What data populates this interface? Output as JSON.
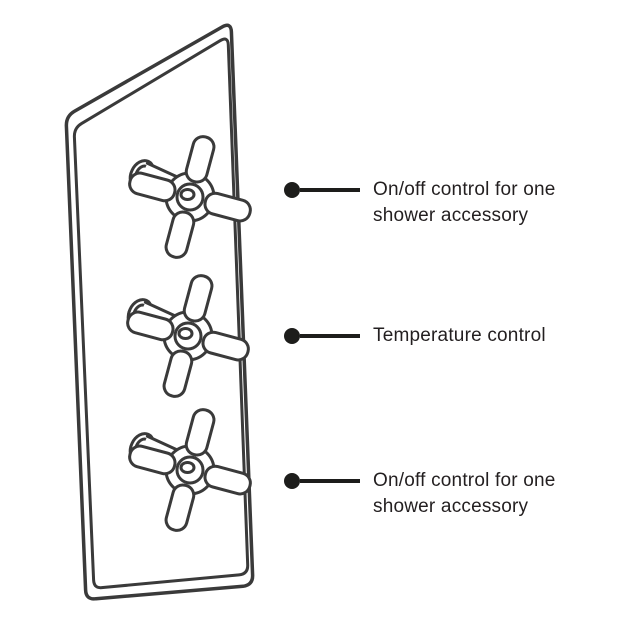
{
  "illustration": {
    "alt": "Line drawing of a concealed triple shower valve plate with three crosshead control handles",
    "stroke_color": "#3a3a3a",
    "fill_color": "#ffffff"
  },
  "callouts": [
    {
      "id": "top",
      "label": "On/off control for one\nshower accessory"
    },
    {
      "id": "middle",
      "label": "Temperature control"
    },
    {
      "id": "bottom",
      "label": "On/off control for one\nshower accessory"
    }
  ],
  "colors": {
    "background": "#ffffff",
    "callout_marker": "#1d1d1b",
    "text": "#231f20"
  }
}
